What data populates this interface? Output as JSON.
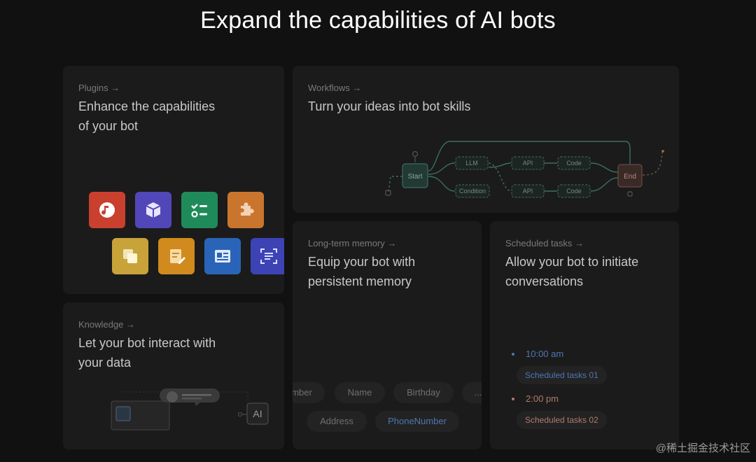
{
  "headline": "Expand the capabilities of AI bots",
  "cards": {
    "plugins": {
      "kicker": "Plugins →",
      "title_line1": "Enhance the capabilities",
      "title_line2": "of your bot"
    },
    "workflows": {
      "kicker": "Workflows →",
      "title": "Turn your ideas into bot skills",
      "nodes": {
        "start": "Start",
        "end": "End",
        "llm": "LLM",
        "condition": "Condition",
        "api1": "API",
        "api2": "API",
        "code1": "Code",
        "code2": "Code"
      }
    },
    "memory": {
      "kicker": "Long-term memory →",
      "title_line1": "Equip your bot with",
      "title_line2": "persistent memory",
      "chips_row1": [
        "mber",
        "Name",
        "Birthday",
        "..."
      ],
      "chips_row2": [
        "Address",
        "PhoneNumber"
      ]
    },
    "scheduled": {
      "kicker": "Scheduled tasks →",
      "title_line1": "Allow your bot to initiate",
      "title_line2": "conversations",
      "items": [
        {
          "time": "10:00 am",
          "task": "Scheduled tasks 01",
          "color": "#4e77b3"
        },
        {
          "time": "2:00 pm",
          "task": "Scheduled tasks 02",
          "color": "#b07a6e"
        }
      ]
    },
    "knowledge": {
      "kicker": "Knowledge →",
      "title_line1": "Let your bot interact with",
      "title_line2": "your data",
      "ai_label": "AI"
    }
  },
  "plugin_icons": [
    "music-note-icon",
    "cube-icon",
    "checklist-icon",
    "puzzle-piece-icon",
    "copy-pages-icon",
    "notepad-edit-icon",
    "news-document-icon",
    "scan-text-icon"
  ],
  "watermark": "@稀土掘金技术社区"
}
